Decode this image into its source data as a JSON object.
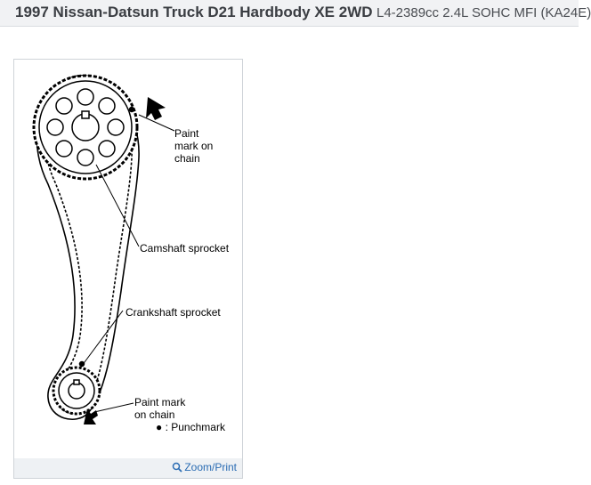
{
  "header": {
    "vehicle": "1997 Nissan-Datsun Truck D21 Hardbody XE 2WD",
    "engine": "L4-2389cc 2.4L SOHC MFI (KA24E)"
  },
  "diagram": {
    "label_paint_mark_top": [
      "Paint",
      "mark on",
      "chain"
    ],
    "label_camshaft": "Camshaft sprocket",
    "label_crankshaft": "Crankshaft sprocket",
    "label_paint_mark_bottom": [
      "Paint mark",
      "on chain"
    ],
    "label_punchmark": "● : Punchmark"
  },
  "zoom": {
    "label": "Zoom/Print"
  }
}
